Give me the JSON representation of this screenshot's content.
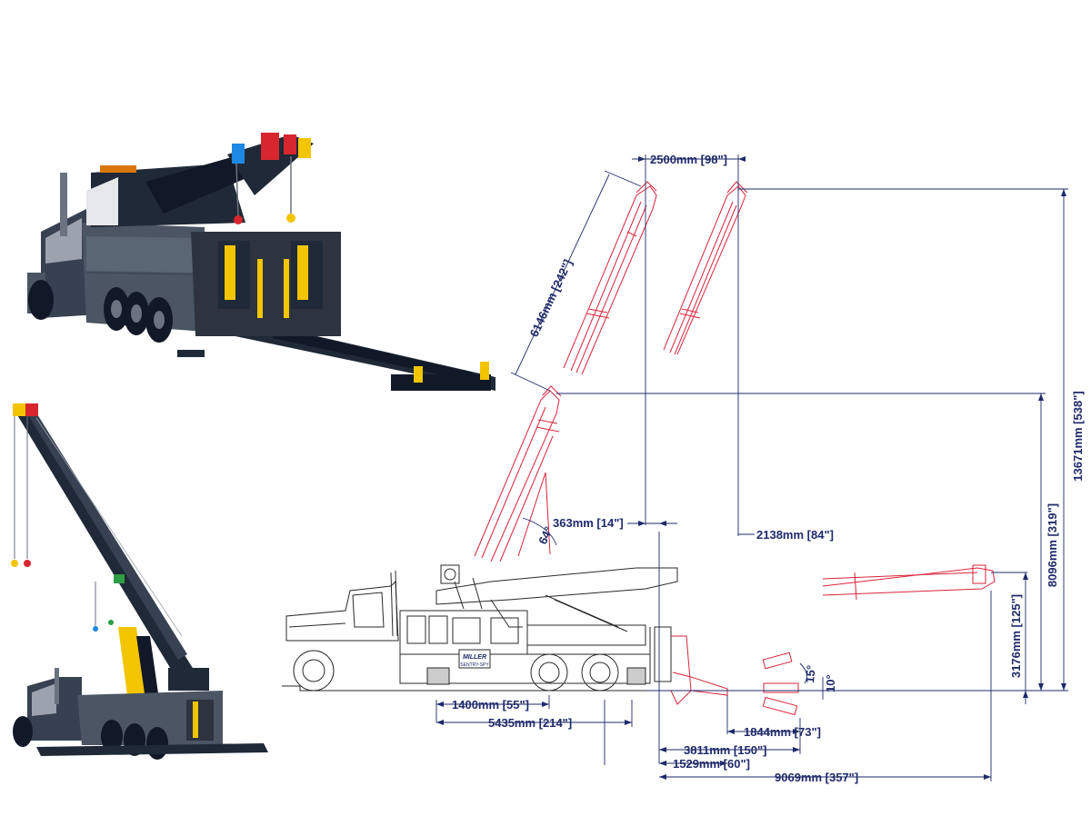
{
  "colors": {
    "dimension": "#1f2a6b",
    "boom_outline": "#d9243b",
    "truck_outline": "#2a2a2a",
    "render_body": "#4b5563",
    "render_dark": "#1f2937",
    "accent_yellow": "#f2c500",
    "accent_red": "#d7262e",
    "accent_blue": "#1e88e5",
    "accent_green": "#2e9d44"
  },
  "dimensions": {
    "boom_width": "2500mm [98\"]",
    "boom_length": "6146mm [242\"]",
    "max_height": "13671mm [538\"]",
    "mid_height": "8096mm [319\"]",
    "underlift_height": "3176mm [125\"]",
    "boom_offset": "363mm [14\"]",
    "boom_reach": "2138mm [84\"]",
    "angle_boom": "64°",
    "angle_underlift": "15°",
    "angle_small": "10°",
    "axle_spacing": "1400mm [55\"]",
    "wheelbase": "5435mm [214\"]",
    "underlift_reach": "1844mm [73\"]",
    "underlift_ext": "3811mm [150\"]",
    "rear_overhang": "1529mm [60\"]",
    "total_reach": "9069mm [357\"]"
  },
  "badge": {
    "brand": "MILLER",
    "model": "SENTRY-SPY"
  }
}
